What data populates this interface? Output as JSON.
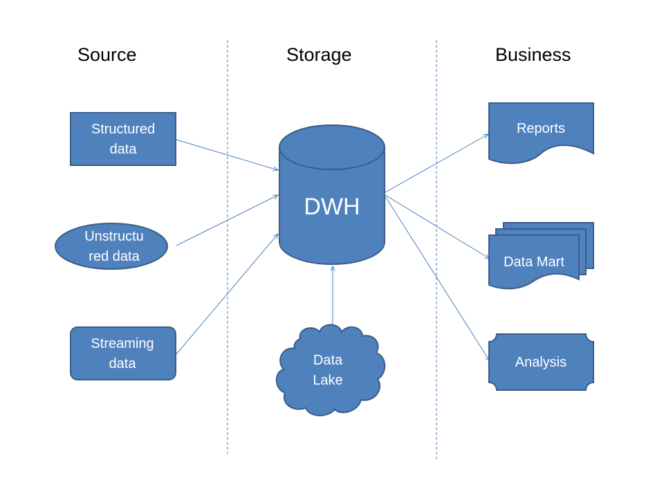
{
  "columns": {
    "source": "Source",
    "storage": "Storage",
    "business": "Business"
  },
  "nodes": {
    "structured": [
      "Structured",
      "data"
    ],
    "unstructured": [
      "Unstructu",
      "red data"
    ],
    "streaming": [
      "Streaming",
      "data"
    ],
    "dwh": "DWH",
    "data_lake": [
      "Data",
      "Lake"
    ],
    "reports": "Reports",
    "data_mart": "Data Mart",
    "analysis": "Analysis"
  },
  "colors": {
    "shape_fill": "#4f81bd",
    "shape_stroke": "#385d8a",
    "connector": "#4a7ebb"
  }
}
